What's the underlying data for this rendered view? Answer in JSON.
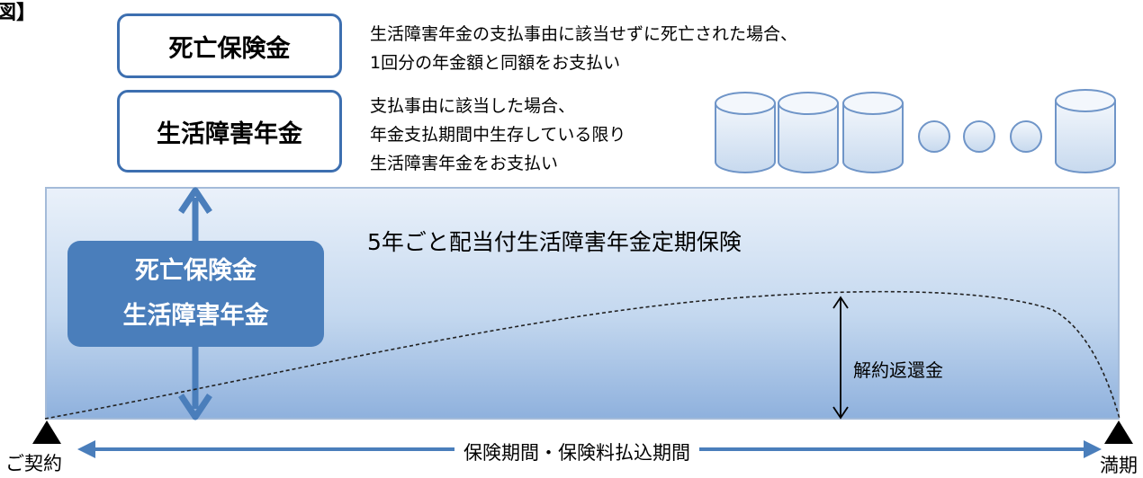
{
  "corner_label": "図】",
  "death_benefit_box": {
    "label": "死亡保険金"
  },
  "death_benefit_desc": {
    "line1": "生活障害年金の支払事由に該当せずに死亡された場合、",
    "line2": "1回分の年金額と同額をお支払い"
  },
  "disability_annuity_box": {
    "label": "生活障害年金"
  },
  "disability_annuity_desc": {
    "line1": "支払事由に該当した場合、",
    "line2": "年金支払期間中生存している限り",
    "line3": "生活障害年金をお支払い"
  },
  "product_title": "5年ごと配当付生活障害年金定期保険",
  "benefit_box": {
    "line1": "死亡保険金",
    "line2": "生活障害年金"
  },
  "refund_label": "解約返還金",
  "period_label": "保険期間・保険料払込期間",
  "start_label": "ご契約",
  "end_label": "満期",
  "colors": {
    "accent": "#3d6fb0",
    "benefit_fill": "#4a7ebb",
    "arrow": "#4a7ebb",
    "panel_border": "#a4bbd9"
  }
}
